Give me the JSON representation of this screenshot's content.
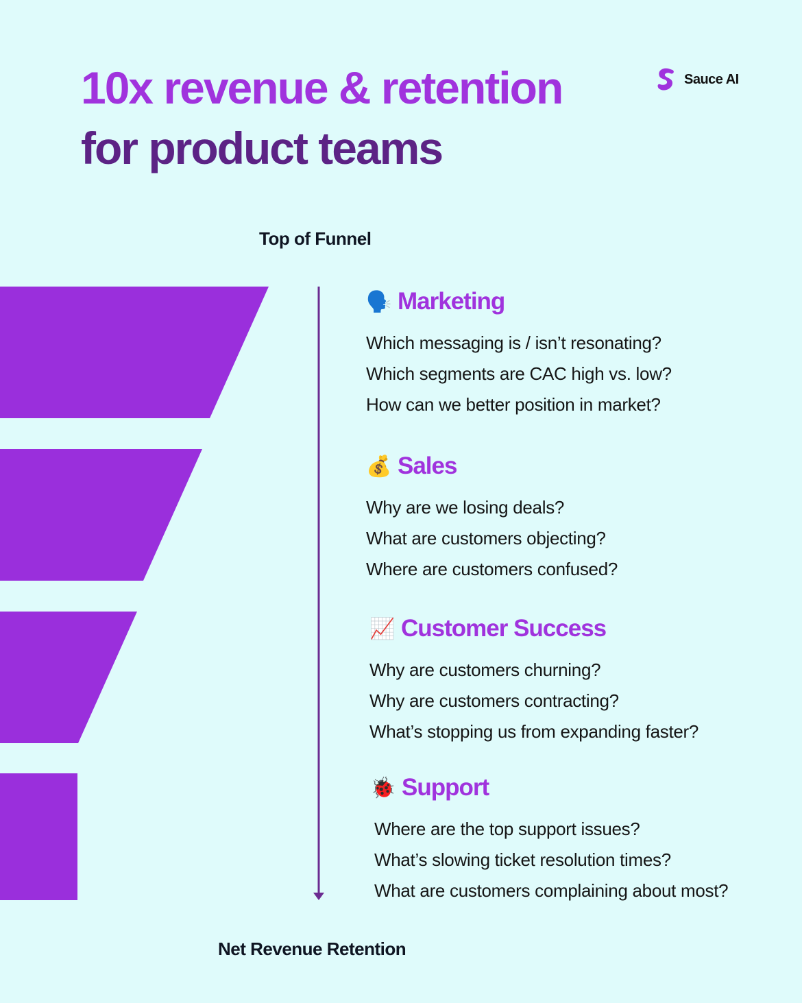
{
  "header": {
    "title_line1": "10x revenue & retention",
    "title_line2": "for product teams",
    "brand_name": "Sauce AI",
    "brand_icon": "sauce-logo"
  },
  "funnel": {
    "top_label": "Top of Funnel",
    "bottom_label": "Net Revenue Retention",
    "color": "#9a2fdc",
    "arrow_color": "#6b2c91"
  },
  "sections": [
    {
      "emoji": "🗣️",
      "icon": "speaking-head-icon",
      "name": "Marketing",
      "questions": [
        "Which messaging is / isn’t resonating?",
        "Which segments are CAC high vs. low?",
        "How can we better position in market?"
      ]
    },
    {
      "emoji": "💰",
      "icon": "money-bag-icon",
      "name": "Sales",
      "questions": [
        "Why are we losing deals?",
        "What are customers objecting?",
        "Where are customers confused?"
      ]
    },
    {
      "emoji": "📈",
      "icon": "chart-increasing-icon",
      "name": "Customer Success",
      "questions": [
        "Why are customers churning?",
        "Why are customers contracting?",
        "What’s stopping us from expanding faster?"
      ]
    },
    {
      "emoji": "🐞",
      "icon": "lady-beetle-icon",
      "name": "Support",
      "questions": [
        "Where are the top support issues?",
        "What’s slowing ticket resolution times?",
        "What are customers complaining about most?"
      ]
    }
  ]
}
